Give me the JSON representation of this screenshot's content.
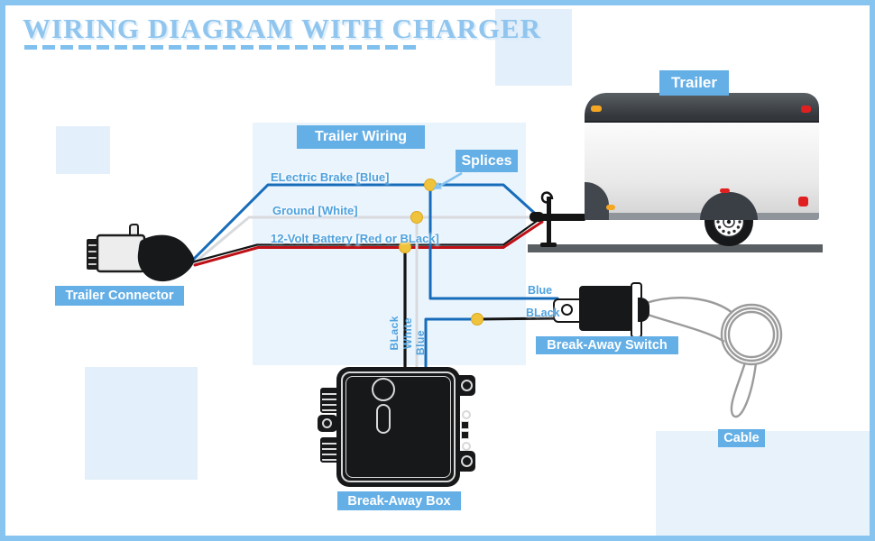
{
  "title": {
    "text": "WIRING DIAGRAM WITH CHARGER"
  },
  "labels": {
    "trailer": "Trailer",
    "trailer_wiring": "Trailer Wiring",
    "splices": "Splices",
    "trailer_connector": "Trailer Connector",
    "break_away_switch": "Break-Away Switch",
    "break_away_box": "Break-Away Box",
    "cable": "Cable"
  },
  "wire_labels": {
    "electric_brake": "ELectric Brake [Blue]",
    "ground": "Ground [White]",
    "battery": "12-Volt Battery [Red or BLack]",
    "switch_wire_blue": "Blue",
    "switch_wire_black": "BLack",
    "box_wire_black": "BLack",
    "box_wire_white": "White",
    "box_wire_blue": "Blue"
  },
  "colors": {
    "frame_border": "#87c4f0",
    "label_chip_bg": "#64afe6",
    "title_text": "#8fc5ee",
    "wire_label_text": "#4fa2de",
    "wire_blue": "#176cba",
    "wire_white": "#d9dade",
    "wire_red": "#bf1016",
    "wire_black": "#17181a",
    "splice_dot": "#f0c33c",
    "panel_bg": "#e7f2fb"
  }
}
